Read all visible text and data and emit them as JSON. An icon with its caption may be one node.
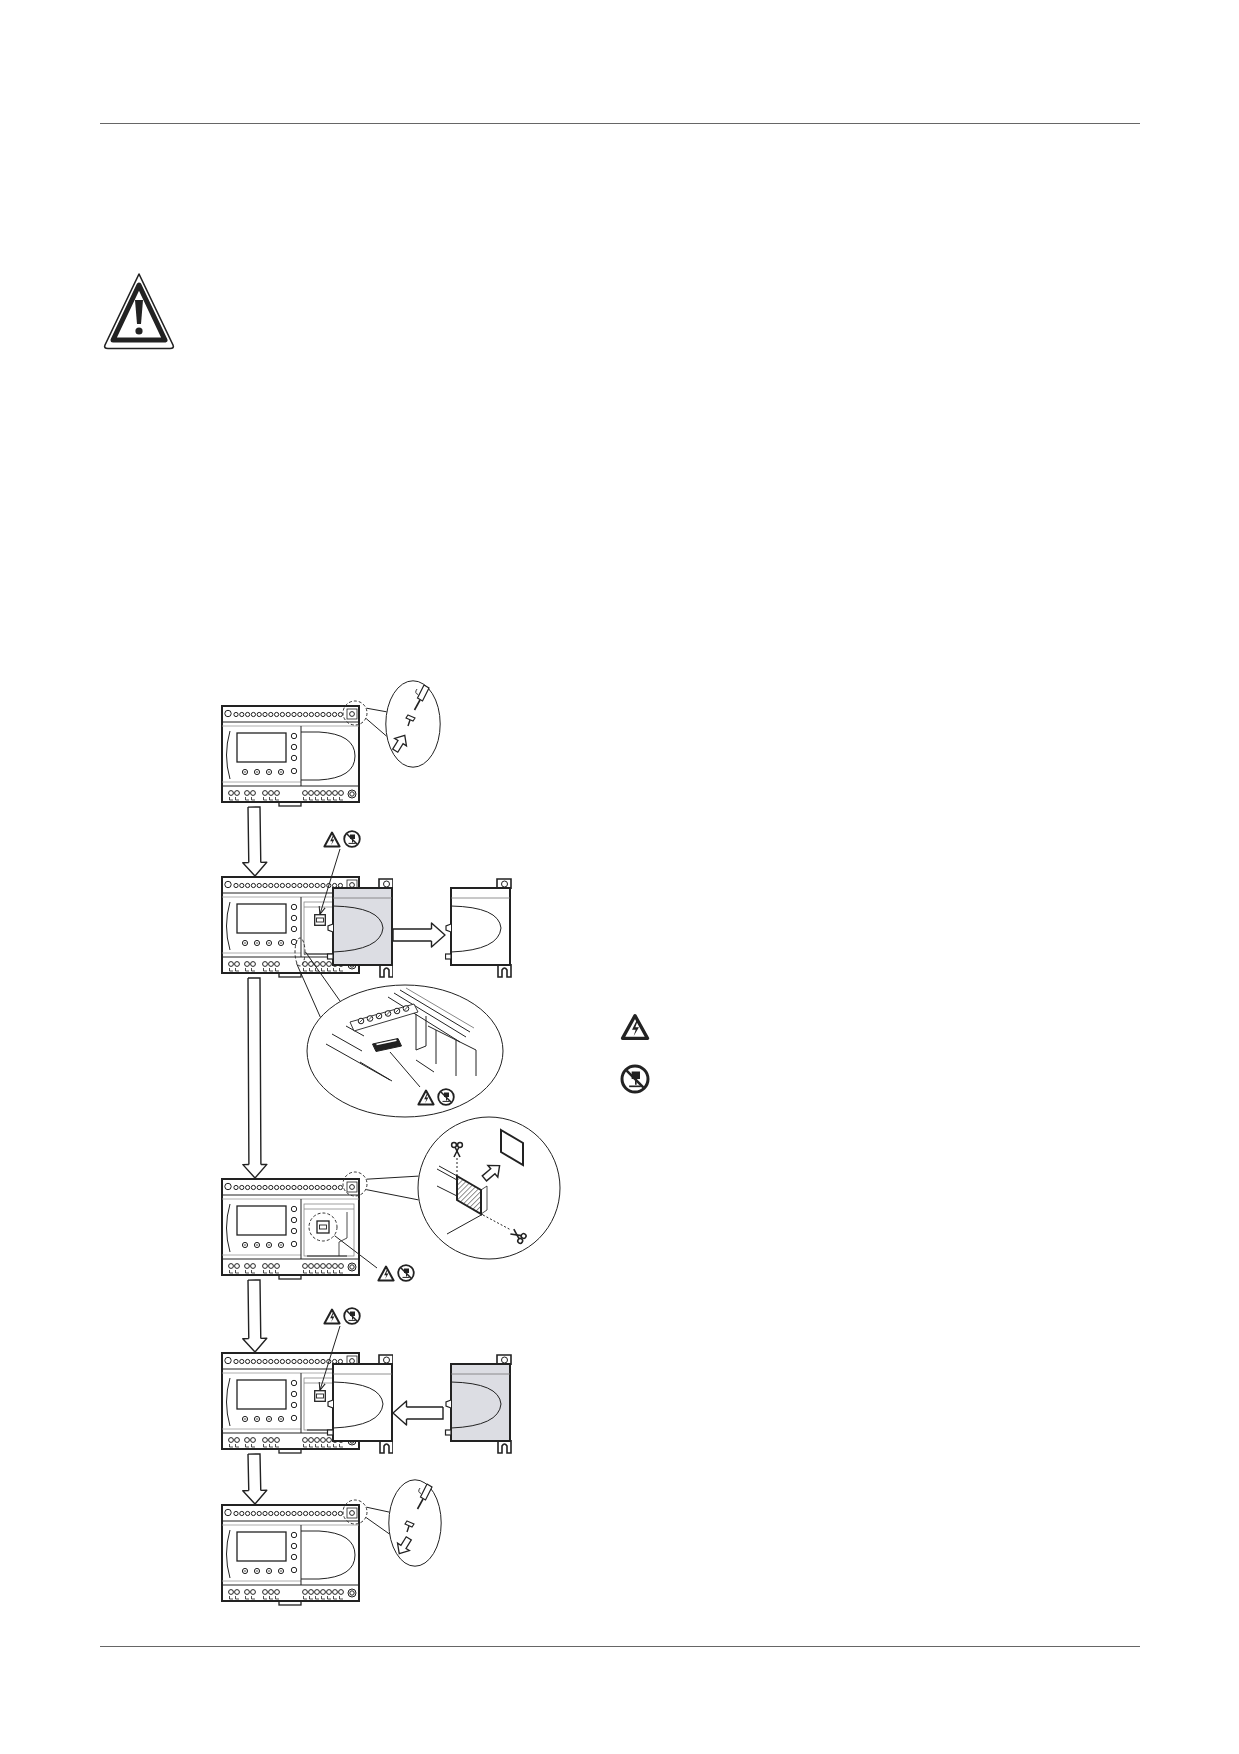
{
  "diagram": {
    "nodes": [
      {
        "text": [],
        "shape": "picture"
      },
      {
        "text": [],
        "shape": "circle"
      },
      {
        "text": [],
        "shape": "picture"
      },
      {
        "text": [],
        "shape": "picture"
      },
      {
        "text": [],
        "shape": "picture"
      },
      {
        "text": [],
        "shape": "box",
        "in": 4
      },
      {
        "text": [],
        "shape": "circle",
        "in": 4
      },
      {
        "text": [],
        "shape": "picture"
      },
      {
        "text": [],
        "shape": "picture"
      },
      {
        "text": [],
        "shape": "box",
        "in": 8
      },
      {
        "text": [],
        "shape": "picture",
        "in": 8
      },
      {
        "text": [],
        "shape": "picture"
      },
      {
        "text": [],
        "shape": "circle"
      },
      {
        "text": [],
        "shape": "circle",
        "in": 11
      },
      {
        "text": [],
        "shape": "picture"
      },
      {
        "text": [],
        "shape": "picture"
      },
      {
        "text": [],
        "shape": "picture"
      },
      {
        "text": [],
        "shape": "picture"
      },
      {
        "text": [],
        "shape": "box",
        "in": 17
      },
      {
        "text": [],
        "shape": "picture"
      },
      {
        "text": [],
        "shape": "picture"
      },
      {
        "text": [],
        "shape": "circle"
      },
      {
        "text": [],
        "shape": "picture"
      }
    ],
    "edges": [
      {
        "from": 0,
        "to": 4,
        "arrow": "to"
      },
      {
        "from": 1,
        "to": 2,
        "arrow": "none"
      },
      {
        "from": 1,
        "to": 2,
        "arrow": "none"
      },
      {
        "from": 3,
        "to": 5,
        "arrow": "to"
      },
      {
        "from": 4,
        "to": 7,
        "arrow": "to"
      },
      {
        "from": 6,
        "to": 8,
        "arrow": "none"
      },
      {
        "from": 6,
        "to": 8,
        "arrow": "none"
      },
      {
        "from": 10,
        "to": 9,
        "arrow": "none"
      },
      {
        "from": 4,
        "to": 11,
        "arrow": "to"
      },
      {
        "from": 12,
        "to": 14,
        "arrow": "none"
      },
      {
        "from": 12,
        "to": 14,
        "arrow": "none"
      },
      {
        "from": 15,
        "to": 13,
        "arrow": "none"
      },
      {
        "from": 11,
        "to": 17,
        "arrow": "to"
      },
      {
        "from": 16,
        "to": 18,
        "arrow": "to"
      },
      {
        "from": 19,
        "to": 17,
        "arrow": "to"
      },
      {
        "from": 17,
        "to": 20,
        "arrow": "to"
      },
      {
        "from": 21,
        "to": 22,
        "arrow": "none"
      },
      {
        "from": 21,
        "to": 22,
        "arrow": "none"
      }
    ]
  }
}
